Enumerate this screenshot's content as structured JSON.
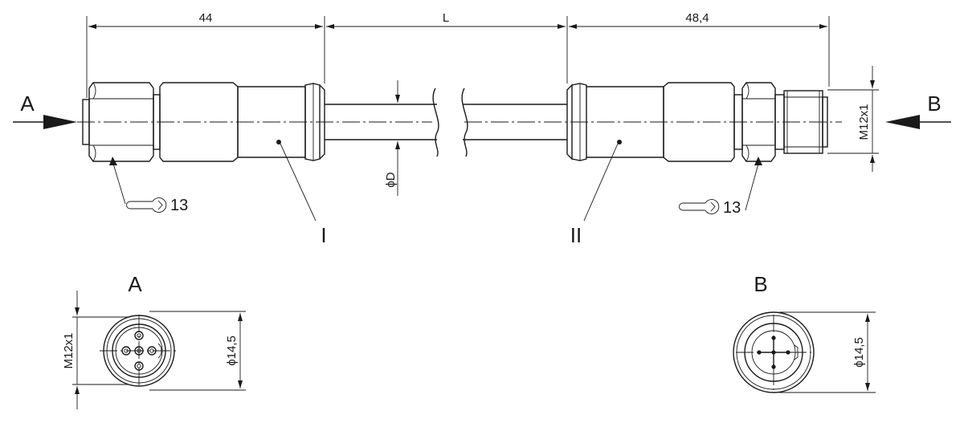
{
  "dimensions": {
    "left_length": "44",
    "cable_length": "L",
    "right_length": "48,4",
    "cable_diameter": "ϕD",
    "thread_right": "M12x1",
    "thread_view_a": "M12x1",
    "diameter_view_a": "ϕ14,5",
    "diameter_view_b": "ϕ14,5"
  },
  "labels": {
    "view_a_arrow": "A",
    "view_b_arrow": "B",
    "connector_one": "I",
    "connector_two": "II",
    "wrench_left": "13",
    "wrench_right": "13",
    "view_a_title": "A",
    "view_b_title": "B"
  },
  "icons": {
    "wrench_left": "wrench-icon",
    "wrench_right": "wrench-icon"
  }
}
